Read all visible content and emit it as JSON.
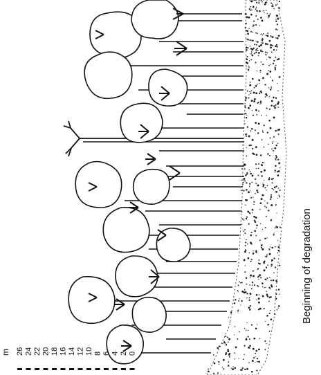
{
  "caption": "Beginning of degradation",
  "scale": {
    "unit": "m",
    "ticks": [
      "26",
      "24",
      "22",
      "20",
      "18",
      "16",
      "14",
      "12",
      "10",
      "8",
      "6",
      "4",
      "2",
      "0"
    ]
  }
}
